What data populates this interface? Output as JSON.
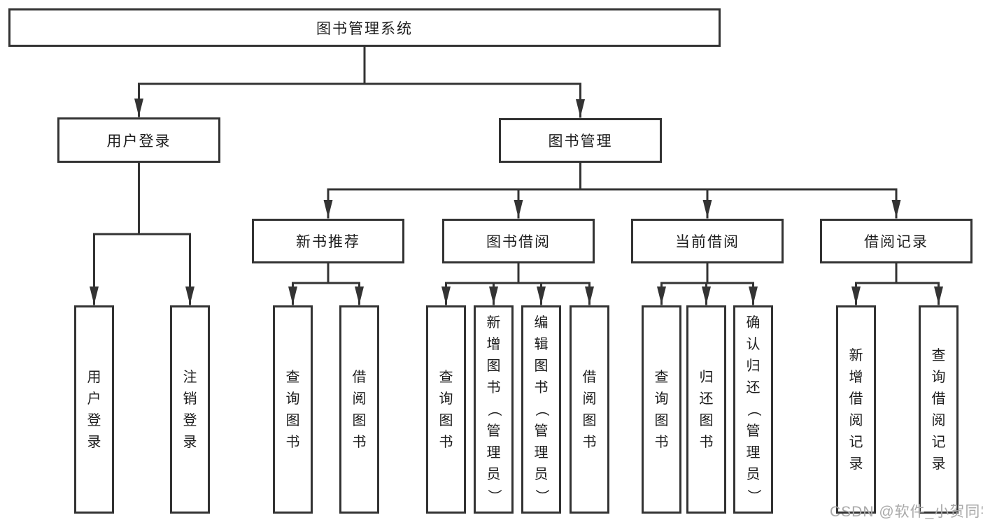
{
  "diagram": {
    "title": "图书管理系统",
    "branches": [
      {
        "label": "用户登录",
        "children": [
          {
            "label": "用户登录"
          },
          {
            "label": "注销登录"
          }
        ]
      },
      {
        "label": "图书管理",
        "children": [
          {
            "label": "新书推荐",
            "children": [
              {
                "label": "查询图书"
              },
              {
                "label": "借阅图书"
              }
            ]
          },
          {
            "label": "图书借阅",
            "children": [
              {
                "label": "查询图书"
              },
              {
                "label": "新增图书（管理员）"
              },
              {
                "label": "编辑图书（管理员）"
              },
              {
                "label": "借阅图书"
              }
            ]
          },
          {
            "label": "当前借阅",
            "children": [
              {
                "label": "查询图书"
              },
              {
                "label": "归还图书"
              },
              {
                "label": "确认归还（管理员）"
              }
            ]
          },
          {
            "label": "借阅记录",
            "children": [
              {
                "label": "新增借阅记录"
              },
              {
                "label": "查询借阅记录"
              }
            ]
          }
        ]
      }
    ]
  },
  "watermark": {
    "text": "CSDN @软件_小贺同学"
  },
  "colors": {
    "line": "#333333",
    "box_border": "#333333",
    "text": "#1c1c1c",
    "watermark": "#a9a9a9",
    "background": "#ffffff"
  }
}
